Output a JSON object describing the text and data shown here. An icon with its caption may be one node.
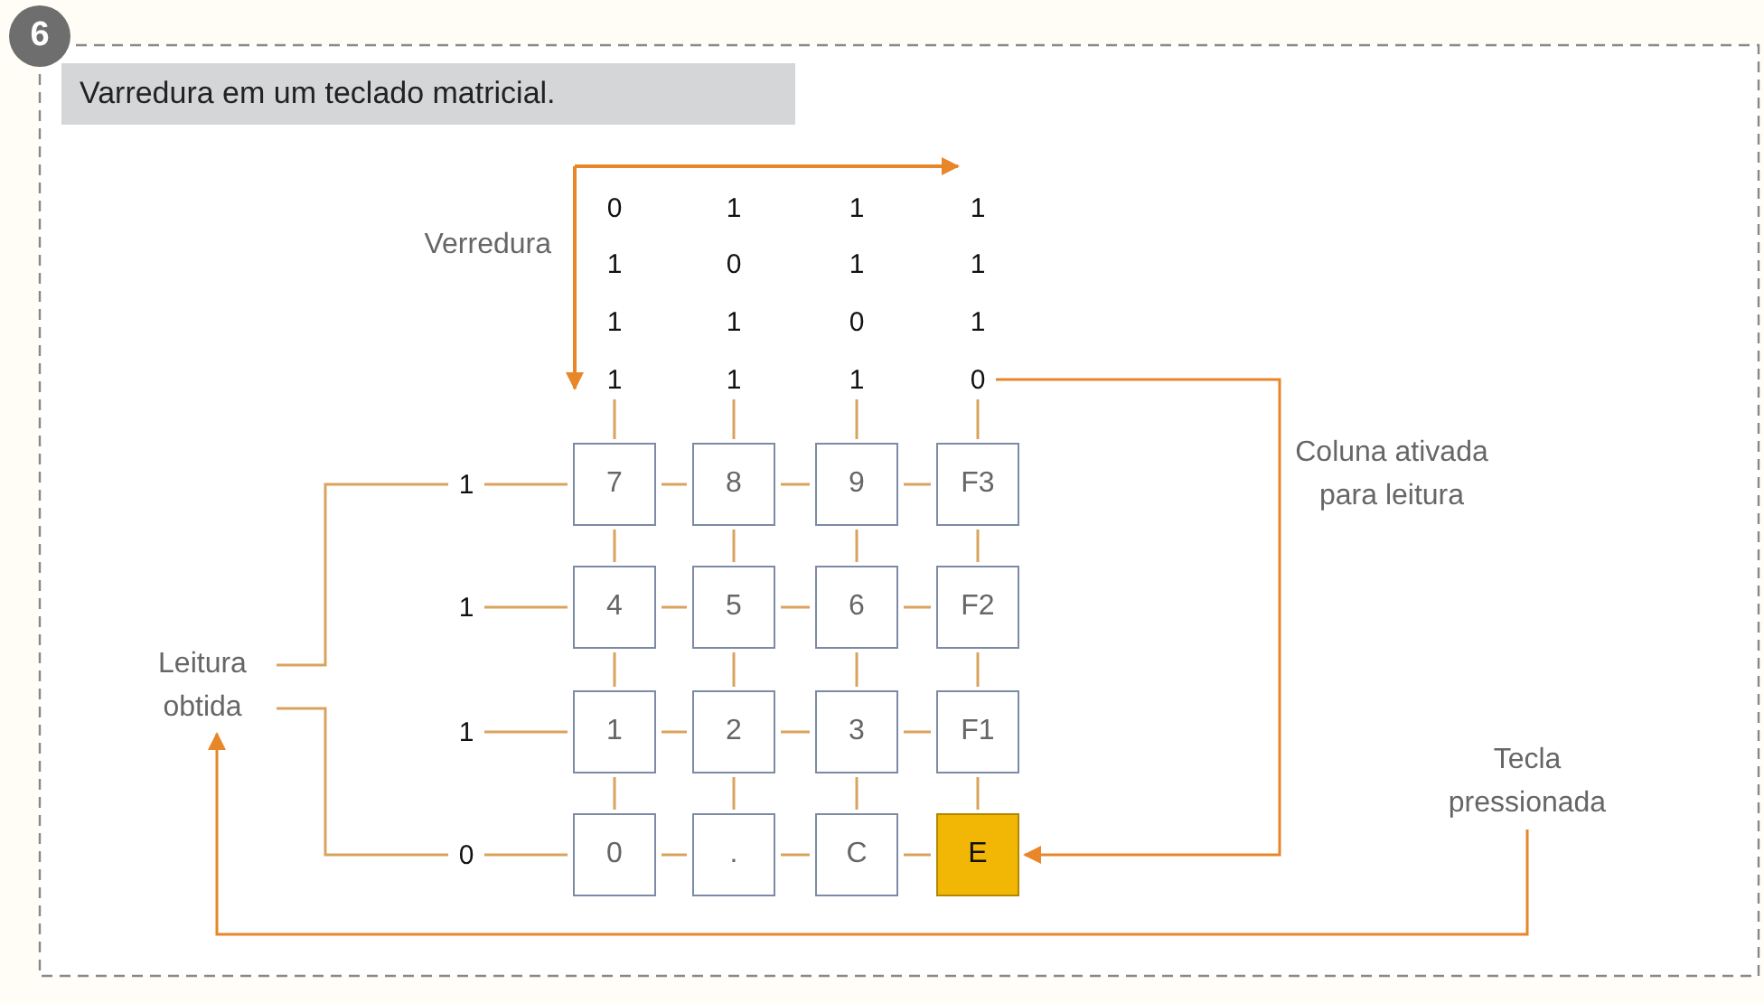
{
  "diagram": {
    "title": "Varredura em um teclado matricial.",
    "nodes": [
      {
        "text": [
          "7"
        ]
      },
      {
        "text": [
          "8"
        ]
      },
      {
        "text": [
          "9"
        ]
      },
      {
        "text": [
          "F3"
        ]
      },
      {
        "text": [
          "4"
        ]
      },
      {
        "text": [
          "5"
        ]
      },
      {
        "text": [
          "6"
        ]
      },
      {
        "text": [
          "F2"
        ]
      },
      {
        "text": [
          "1"
        ]
      },
      {
        "text": [
          "2"
        ]
      },
      {
        "text": [
          "3"
        ]
      },
      {
        "text": [
          "F1"
        ]
      },
      {
        "text": [
          "0"
        ]
      },
      {
        "text": [
          "."
        ]
      },
      {
        "text": [
          "C"
        ]
      },
      {
        "text": [
          "E"
        ]
      },
      {
        "text": [
          "1"
        ]
      },
      {
        "text": [
          "1"
        ]
      },
      {
        "text": [
          "1"
        ]
      },
      {
        "text": [
          "0"
        ]
      },
      {
        "text": [
          "1"
        ]
      },
      {
        "text": [
          "1"
        ]
      },
      {
        "text": [
          "1"
        ]
      },
      {
        "text": [
          "0"
        ]
      },
      {
        "text": [
          "Tecla pressionada"
        ]
      },
      {
        "text": [
          "Leitura obtida"
        ]
      }
    ],
    "edges": [
      {
        "from": 16,
        "to": 0,
        "arrow": "none"
      },
      {
        "from": 0,
        "to": 1,
        "arrow": "none"
      },
      {
        "from": 1,
        "to": 2,
        "arrow": "none"
      },
      {
        "from": 2,
        "to": 3,
        "arrow": "none"
      },
      {
        "from": 17,
        "to": 4,
        "arrow": "none"
      },
      {
        "from": 4,
        "to": 5,
        "arrow": "none"
      },
      {
        "from": 5,
        "to": 6,
        "arrow": "none"
      },
      {
        "from": 6,
        "to": 7,
        "arrow": "none"
      },
      {
        "from": 18,
        "to": 8,
        "arrow": "none"
      },
      {
        "from": 8,
        "to": 9,
        "arrow": "none"
      },
      {
        "from": 9,
        "to": 10,
        "arrow": "none"
      },
      {
        "from": 10,
        "to": 11,
        "arrow": "none"
      },
      {
        "from": 19,
        "to": 12,
        "arrow": "none"
      },
      {
        "from": 12,
        "to": 13,
        "arrow": "none"
      },
      {
        "from": 13,
        "to": 14,
        "arrow": "none"
      },
      {
        "from": 14,
        "to": 15,
        "arrow": "none"
      },
      {
        "from": 20,
        "to": 0,
        "arrow": "none"
      },
      {
        "from": 0,
        "to": 4,
        "arrow": "none"
      },
      {
        "from": 4,
        "to": 8,
        "arrow": "none"
      },
      {
        "from": 8,
        "to": 12,
        "arrow": "none"
      },
      {
        "from": 21,
        "to": 1,
        "arrow": "none"
      },
      {
        "from": 1,
        "to": 5,
        "arrow": "none"
      },
      {
        "from": 5,
        "to": 9,
        "arrow": "none"
      },
      {
        "from": 9,
        "to": 13,
        "arrow": "none"
      },
      {
        "from": 22,
        "to": 2,
        "arrow": "none"
      },
      {
        "from": 2,
        "to": 6,
        "arrow": "none"
      },
      {
        "from": 6,
        "to": 10,
        "arrow": "none"
      },
      {
        "from": 10,
        "to": 14,
        "arrow": "none"
      },
      {
        "from": 23,
        "to": 3,
        "arrow": "none"
      },
      {
        "from": 3,
        "to": 7,
        "arrow": "none"
      },
      {
        "from": 7,
        "to": 11,
        "arrow": "none"
      },
      {
        "from": 11,
        "to": 15,
        "arrow": "none"
      },
      {
        "from": 23,
        "to": 15,
        "arrow": "to",
        "label": "Coluna ativada para leitura",
        "color": "#e8862a"
      },
      {
        "from": 16,
        "to": 25,
        "arrow": "none"
      },
      {
        "from": 19,
        "to": 25,
        "arrow": "none"
      },
      {
        "from": 24,
        "to": 25,
        "arrow": "to",
        "color": "#e8862a"
      }
    ],
    "labels": [
      "6",
      "0",
      "1",
      "1",
      "1",
      "Verredura",
      "1",
      "0",
      "1",
      "1",
      "1",
      "1",
      "0",
      "1"
    ]
  }
}
